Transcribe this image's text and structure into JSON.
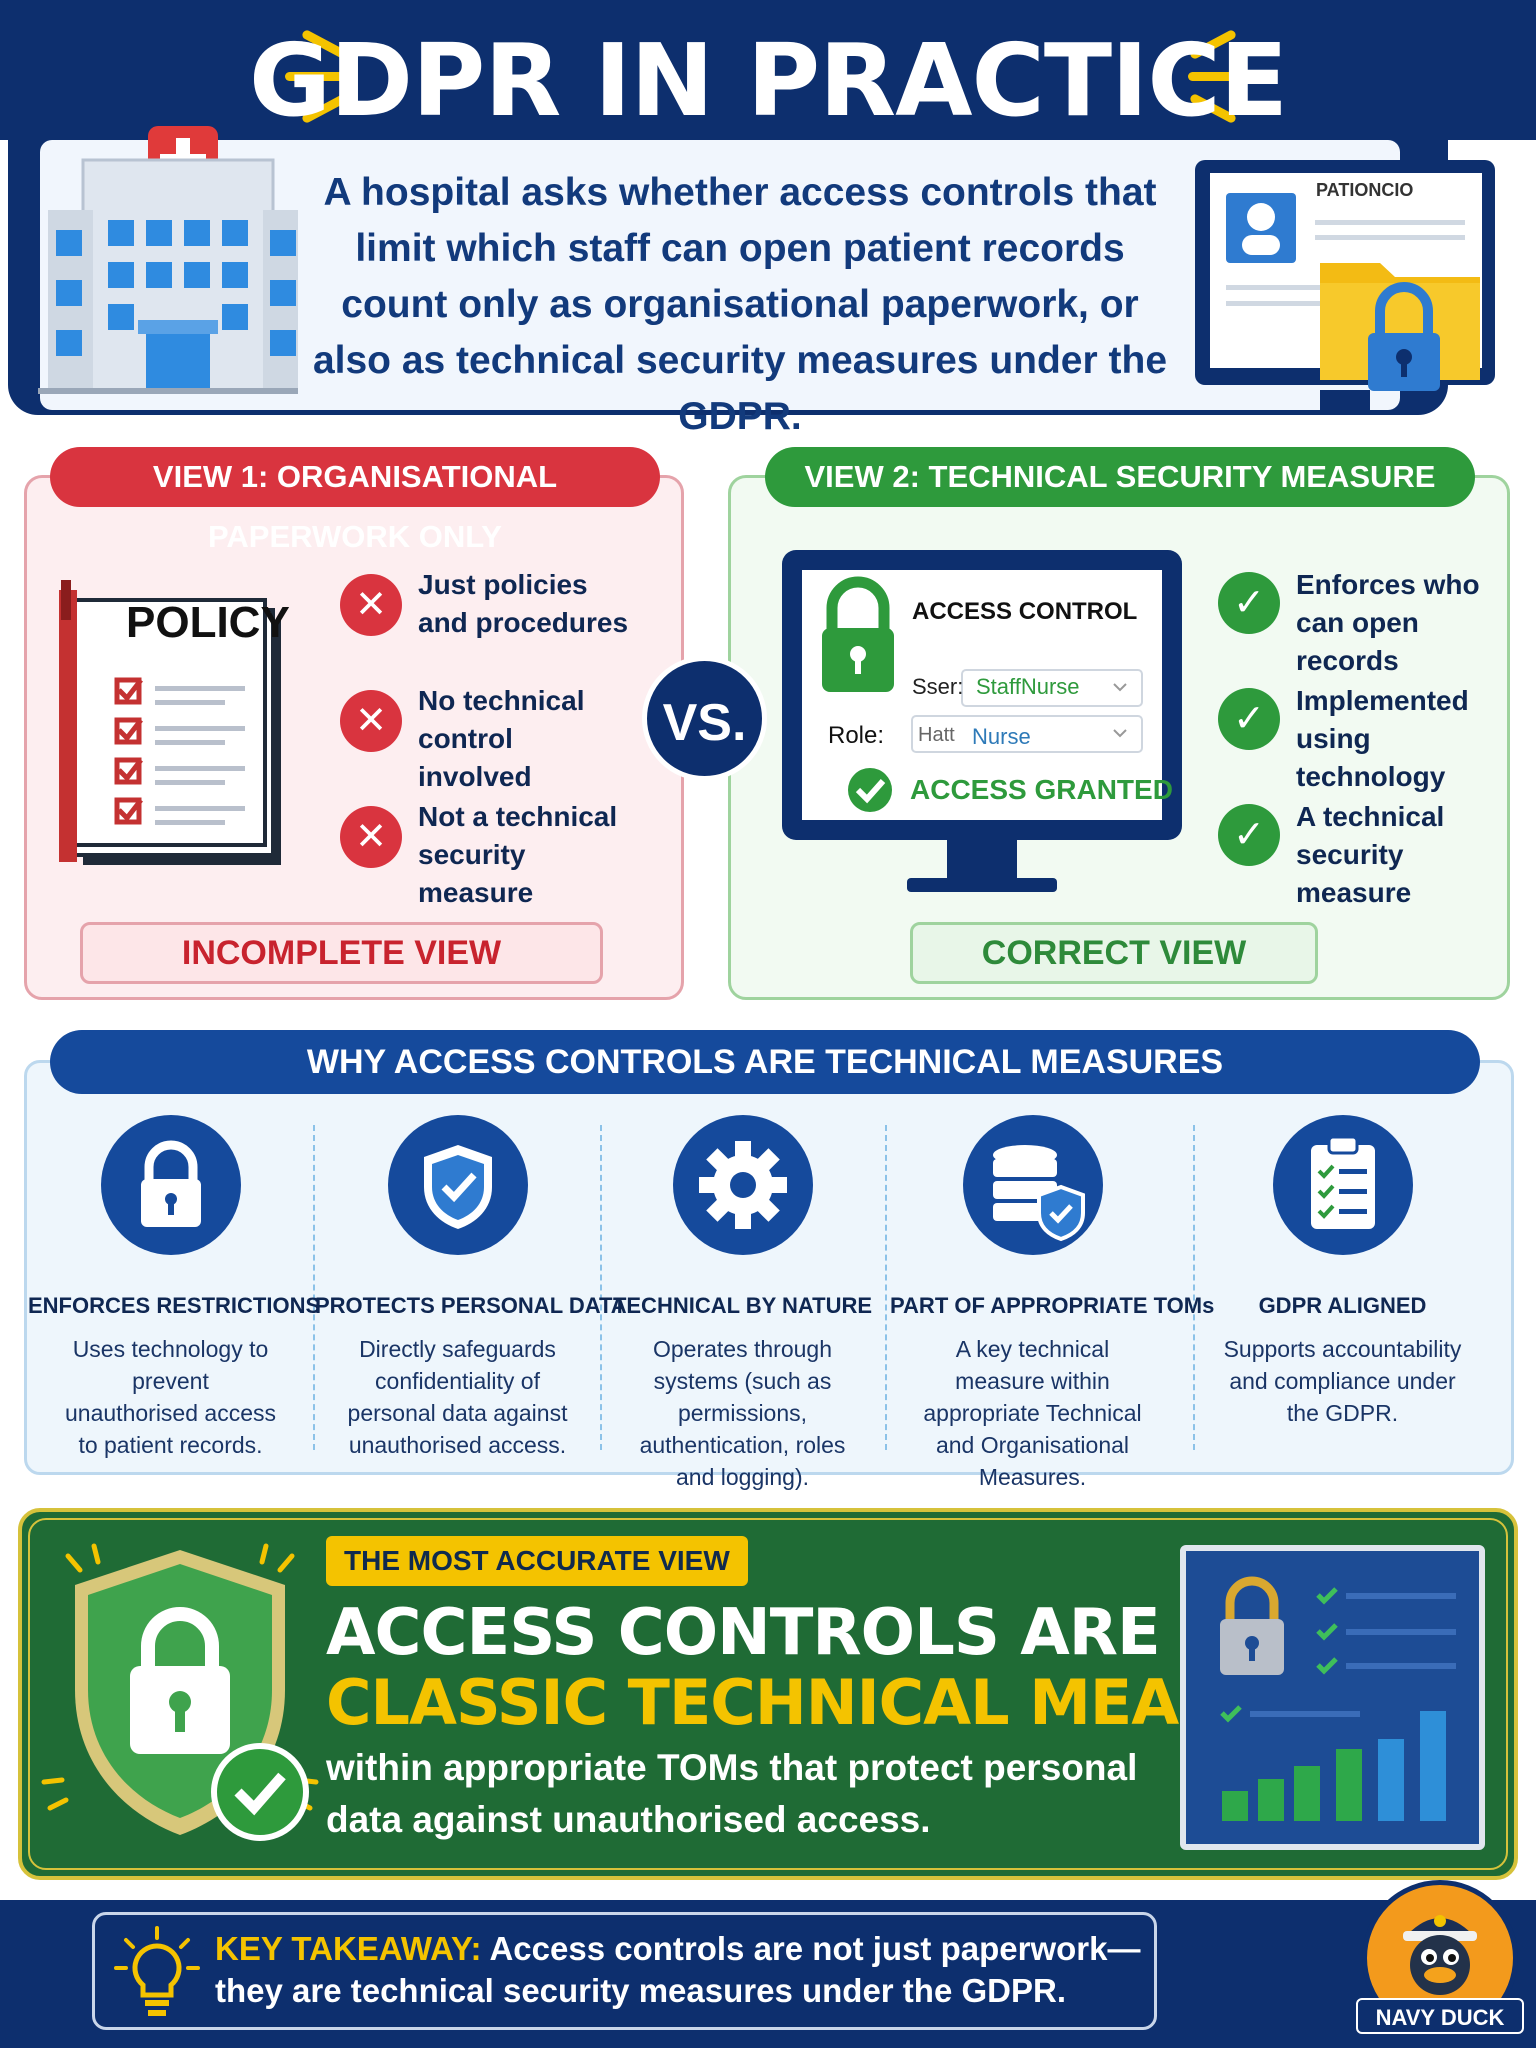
{
  "header": {
    "title": "GDPR IN PRACTICE",
    "intro": "A hospital asks whether access controls that limit which staff can open patient records count only as organisational paperwork, or also as technical security measures under the GDPR.",
    "record_label": "PATIONCIO"
  },
  "view1": {
    "label": "VIEW 1: ORGANISATIONAL PAPERWORK ONLY",
    "doc_label": "POLICY",
    "items": [
      "Just policies and procedures",
      "No technical control involved",
      "Not a technical security measure"
    ],
    "footer": "INCOMPLETE VIEW"
  },
  "vs": "VS.",
  "view2": {
    "label": "VIEW 2: TECHNICAL SECURITY MEASURE",
    "screen": {
      "title": "ACCESS CONTROL",
      "user_label": "Sser:",
      "user_value": "StaffNurse",
      "role_label": "Role:",
      "role_prefix": "Hatt",
      "role_value": "Nurse",
      "status": "ACCESS GRANTED"
    },
    "items": [
      "Enforces who can open records",
      "Implemented using technology",
      "A technical security measure"
    ],
    "footer": "CORRECT VIEW"
  },
  "why": {
    "title": "WHY ACCESS CONTROLS ARE TECHNICAL MEASURES",
    "columns": [
      {
        "icon": "padlock-icon",
        "title": "ENFORCES RESTRICTIONS",
        "desc": "Uses technology to prevent unauthorised access to patient records."
      },
      {
        "icon": "shield-check-icon",
        "title": "PROTECTS PERSONAL DATA",
        "desc": "Directly safeguards confidentiality of personal data against unauthorised access."
      },
      {
        "icon": "gear-icon",
        "title": "TECHNICAL BY NATURE",
        "desc": "Operates through systems (such as permissions, authentication, roles and logging)."
      },
      {
        "icon": "database-shield-icon",
        "title": "PART OF APPROPRIATE TOMs",
        "desc": "A key technical measure within appropriate Technical and Organisational Measures."
      },
      {
        "icon": "clipboard-checklist-icon",
        "title": "GDPR ALIGNED",
        "desc": "Supports accountability and compliance under the GDPR."
      }
    ]
  },
  "conclusion": {
    "tag": "THE MOST ACCURATE VIEW",
    "line1": "ACCESS CONTROLS ARE",
    "line2": "CLASSIC TECHNICAL MEASURES",
    "sub": "within appropriate TOMs that protect personal data against unauthorised access."
  },
  "takeaway": {
    "label": "KEY TAKEAWAY:",
    "text": "Access controls are not just paperwork—they are technical security measures under the GDPR."
  },
  "brand": {
    "label": "NAVY DUCK"
  },
  "colors": {
    "navy": "#0d2f6e",
    "red": "#d9343f",
    "green": "#2e9a3c",
    "yellow": "#f4c300",
    "blue": "#154a9c"
  }
}
